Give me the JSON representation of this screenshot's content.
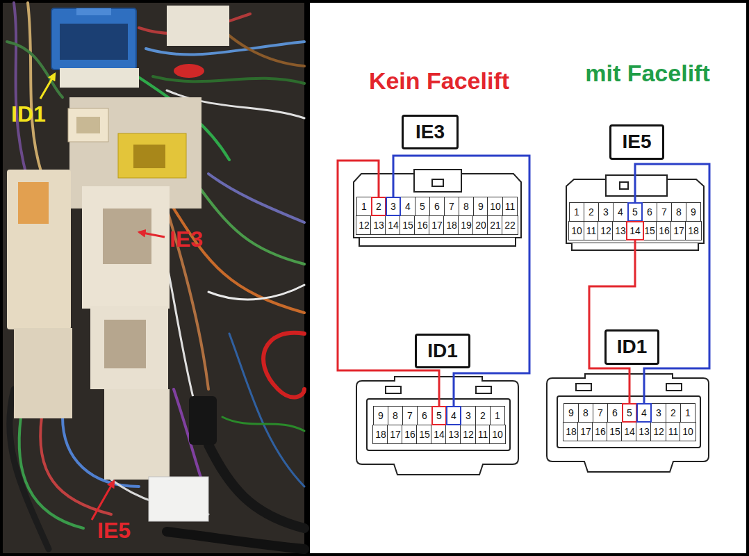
{
  "diagram": {
    "nodes": [
      {
        "text": [
          "IE3"
        ]
      },
      {
        "text": [
          "IE5"
        ]
      },
      {
        "text": [
          "1"
        ]
      },
      {
        "text": [
          "2"
        ]
      },
      {
        "text": [
          "3"
        ]
      },
      {
        "text": [
          "4"
        ]
      },
      {
        "text": [
          "5"
        ]
      },
      {
        "text": [
          "6"
        ]
      },
      {
        "text": [
          "7"
        ]
      },
      {
        "text": [
          "8"
        ]
      },
      {
        "text": [
          "9"
        ]
      },
      {
        "text": [
          "10"
        ]
      },
      {
        "text": [
          "11"
        ]
      },
      {
        "text": [
          "12"
        ]
      },
      {
        "text": [
          "13"
        ]
      },
      {
        "text": [
          "14"
        ]
      },
      {
        "text": [
          "15"
        ]
      },
      {
        "text": [
          "16"
        ]
      },
      {
        "text": [
          "17"
        ]
      },
      {
        "text": [
          "18"
        ]
      },
      {
        "text": [
          "19"
        ]
      },
      {
        "text": [
          "20"
        ]
      },
      {
        "text": [
          "21"
        ]
      },
      {
        "text": [
          "22"
        ]
      },
      {
        "text": [
          "1"
        ]
      },
      {
        "text": [
          "2"
        ]
      },
      {
        "text": [
          "3"
        ]
      },
      {
        "text": [
          "4"
        ]
      },
      {
        "text": [
          "5"
        ]
      },
      {
        "text": [
          "6"
        ]
      },
      {
        "text": [
          "7"
        ]
      },
      {
        "text": [
          "8"
        ]
      },
      {
        "text": [
          "9"
        ]
      },
      {
        "text": [
          "10"
        ]
      },
      {
        "text": [
          "11"
        ]
      },
      {
        "text": [
          "12"
        ]
      },
      {
        "text": [
          "13"
        ]
      },
      {
        "text": [
          "14"
        ]
      },
      {
        "text": [
          "15"
        ]
      },
      {
        "text": [
          "16"
        ]
      },
      {
        "text": [
          "17"
        ]
      },
      {
        "text": [
          "18"
        ]
      },
      {
        "text": [
          "ID1"
        ]
      },
      {
        "text": [
          "ID1"
        ]
      },
      {
        "text": [
          "9"
        ]
      },
      {
        "text": [
          "8"
        ]
      },
      {
        "text": [
          "7"
        ]
      },
      {
        "text": [
          "6"
        ]
      },
      {
        "text": [
          "5"
        ]
      },
      {
        "text": [
          "4"
        ]
      },
      {
        "text": [
          "3"
        ]
      },
      {
        "text": [
          "2"
        ]
      },
      {
        "text": [
          "1"
        ]
      },
      {
        "text": [
          "18"
        ]
      },
      {
        "text": [
          "17"
        ]
      },
      {
        "text": [
          "16"
        ]
      },
      {
        "text": [
          "15"
        ]
      },
      {
        "text": [
          "14"
        ]
      },
      {
        "text": [
          "13"
        ]
      },
      {
        "text": [
          "12"
        ]
      },
      {
        "text": [
          "11"
        ]
      },
      {
        "text": [
          "10"
        ]
      },
      {
        "text": [
          "9"
        ]
      },
      {
        "text": [
          "8"
        ]
      },
      {
        "text": [
          "7"
        ]
      },
      {
        "text": [
          "6"
        ]
      },
      {
        "text": [
          "5"
        ]
      },
      {
        "text": [
          "4"
        ]
      },
      {
        "text": [
          "3"
        ]
      },
      {
        "text": [
          "2"
        ]
      },
      {
        "text": [
          "1"
        ]
      },
      {
        "text": [
          "18"
        ]
      },
      {
        "text": [
          "17"
        ]
      },
      {
        "text": [
          "16"
        ]
      },
      {
        "text": [
          "15"
        ]
      },
      {
        "text": [
          "14"
        ]
      },
      {
        "text": [
          "13"
        ]
      },
      {
        "text": [
          "12"
        ]
      },
      {
        "text": [
          "11"
        ]
      },
      {
        "text": [
          "10"
        ]
      }
    ],
    "edges": [
      {
        "from": 3,
        "to": 48,
        "arrow": "none"
      },
      {
        "from": 4,
        "to": 49,
        "arrow": "none"
      },
      {
        "from": 37,
        "to": 66,
        "arrow": "none"
      },
      {
        "from": 28,
        "to": 67,
        "arrow": "none"
      }
    ],
    "labels": [
      "Kein Facelift",
      "mit Facelift",
      "ID1",
      "IE3",
      "IE5"
    ]
  }
}
